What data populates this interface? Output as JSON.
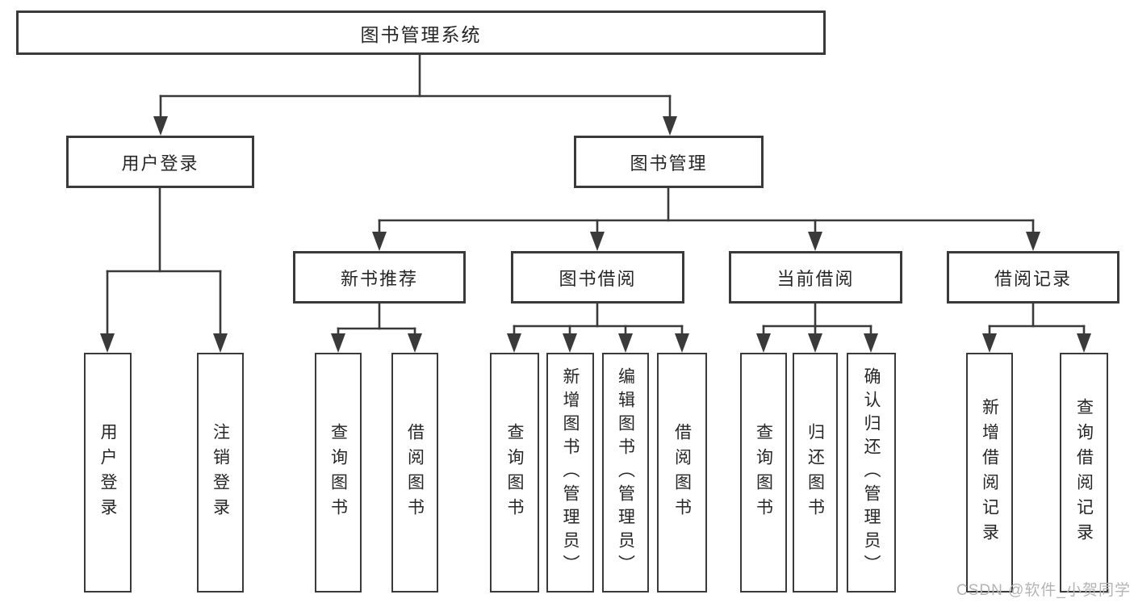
{
  "tree": {
    "label": "图书管理系统",
    "children": [
      {
        "label": "用户登录",
        "children": [
          {
            "label": "用户登录"
          },
          {
            "label": "注销登录"
          }
        ]
      },
      {
        "label": "图书管理",
        "children": [
          {
            "label": "新书推荐",
            "children": [
              {
                "label": "查询图书"
              },
              {
                "label": "借阅图书"
              }
            ]
          },
          {
            "label": "图书借阅",
            "children": [
              {
                "label": "查询图书"
              },
              {
                "label": "新增图书（管理员）"
              },
              {
                "label": "编辑图书（管理员）"
              },
              {
                "label": "借阅图书"
              }
            ]
          },
          {
            "label": "当前借阅",
            "children": [
              {
                "label": "查询图书"
              },
              {
                "label": "归还图书"
              },
              {
                "label": "确认归还（管理员）"
              }
            ]
          },
          {
            "label": "借阅记录",
            "children": [
              {
                "label": "新增借阅记录"
              },
              {
                "label": "查询借阅记录"
              }
            ]
          }
        ]
      }
    ]
  },
  "watermark": "CSDN @软件_小贺同学",
  "colors": {
    "line": "#3a3a3a",
    "box_border": "#3a3a3a",
    "text": "#262626",
    "watermark_text": "#b4b4b4",
    "background": "#ffffff"
  }
}
